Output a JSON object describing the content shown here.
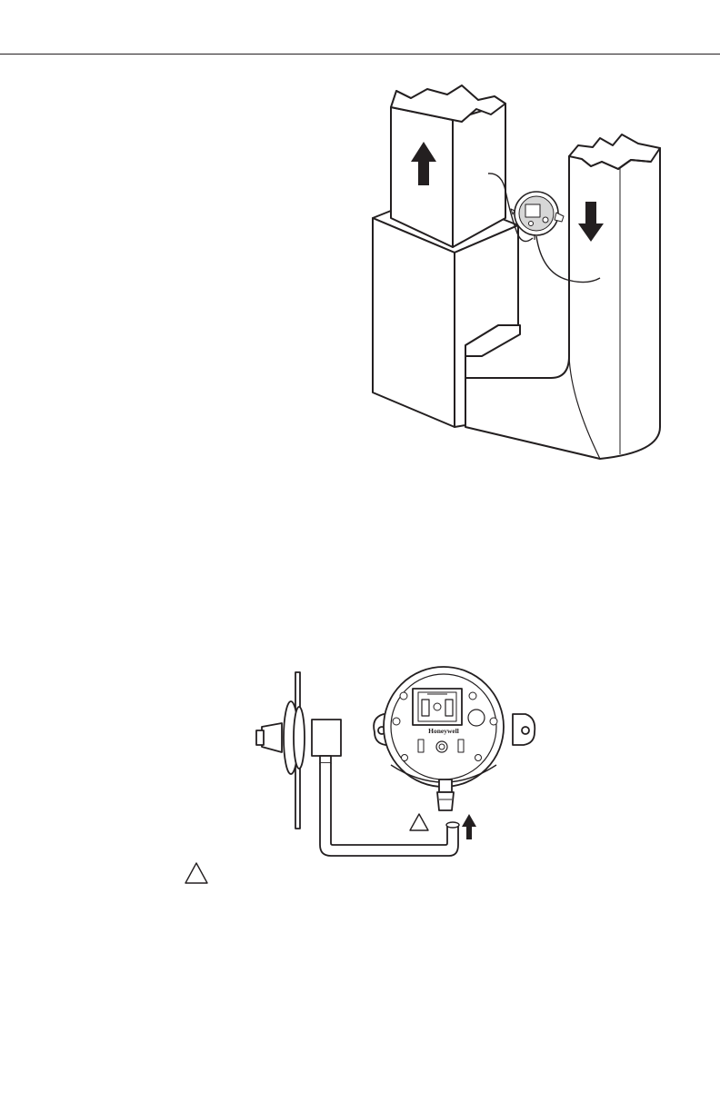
{
  "switch": {
    "brand": "Honeywell"
  },
  "colors": {
    "ink": "#231f20",
    "paper": "#ffffff",
    "switch_shade": "#d7d7d7"
  },
  "icons": {
    "up_arrow": "arrow-up",
    "down_arrow": "arrow-down",
    "caution": "triangle"
  }
}
